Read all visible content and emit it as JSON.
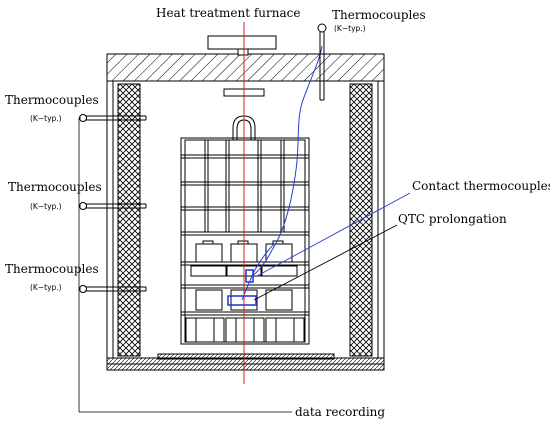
{
  "diagram": {
    "title": "Heat treatment furnace",
    "thermocouple_label": "Thermocouples",
    "thermocouple_type": "(K−typ.)",
    "contact_label": "Contact thermocouples",
    "qtc_label": "QTC prolongation",
    "recording_label": "data recording"
  },
  "colors": {
    "outline": "#000000",
    "centerline": "#d62020",
    "wires": "#2b3fd0"
  }
}
